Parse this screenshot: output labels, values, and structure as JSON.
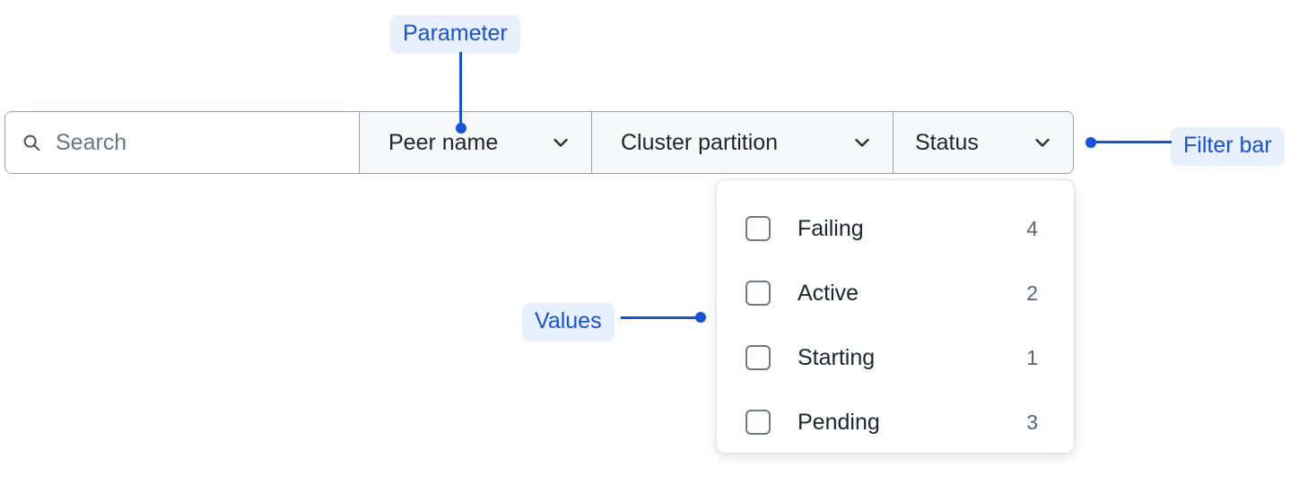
{
  "filter_bar": {
    "search": {
      "icon": "search-icon",
      "value": "",
      "placeholder": "Search"
    },
    "filters": [
      {
        "label": "Peer name",
        "icon": "chevron-down-icon"
      },
      {
        "label": "Cluster partition",
        "icon": "chevron-down-icon"
      },
      {
        "label": "Status",
        "icon": "chevron-down-icon"
      }
    ]
  },
  "dropdown": {
    "options": [
      {
        "label": "Failing",
        "count": "4",
        "checked": false
      },
      {
        "label": "Active",
        "count": "2",
        "checked": false
      },
      {
        "label": "Starting",
        "count": "1",
        "checked": false
      },
      {
        "label": "Pending",
        "count": "3",
        "checked": false
      }
    ]
  },
  "annotations": {
    "parameter": "Parameter",
    "filter_bar": "Filter bar",
    "values": "Values"
  },
  "colors": {
    "annotation_text": "#1452e0",
    "annotation_bg": "#e8f0fd",
    "bar_border": "#9aa0ac",
    "bar_fill": "#f7f8f9",
    "search_fill": "#ffffff",
    "text": "#202530",
    "muted_text": "#5a6374",
    "checkbox_border": "#70798c",
    "panel_border": "#e2e5ea"
  }
}
